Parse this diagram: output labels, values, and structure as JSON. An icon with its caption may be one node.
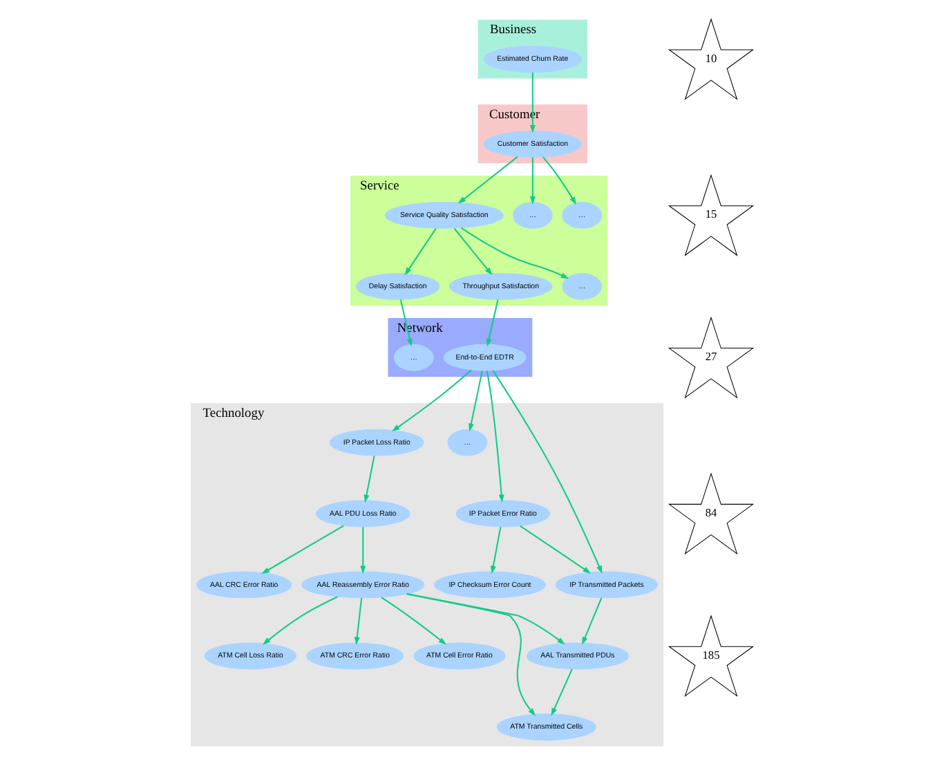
{
  "diagram": {
    "nodes": [
      {
        "text": [
          "Business"
        ]
      },
      {
        "text": [
          "Estimated Churn Rate"
        ],
        "in": 0
      },
      {
        "text": [
          "Customer"
        ]
      },
      {
        "text": [
          "Customer Satisfaction"
        ],
        "in": 2
      },
      {
        "text": [
          "Service"
        ]
      },
      {
        "text": [
          "…"
        ],
        "in": 4
      },
      {
        "text": [
          "…"
        ],
        "in": 4
      },
      {
        "text": [
          "Service Quality Satisfaction"
        ],
        "in": 4
      },
      {
        "text": [
          "Delay Satisfaction"
        ],
        "in": 4
      },
      {
        "text": [
          "Throughput Satisfaction"
        ],
        "in": 4
      },
      {
        "text": [
          "…"
        ],
        "in": 4
      },
      {
        "text": [
          "Network"
        ]
      },
      {
        "text": [
          "…"
        ],
        "in": 11
      },
      {
        "text": [
          "End-to-End EDTR"
        ],
        "in": 11
      },
      {
        "text": [
          "Technology"
        ]
      },
      {
        "text": [
          "…"
        ],
        "in": 14
      },
      {
        "text": [
          "IP Packet Loss Ratio"
        ],
        "in": 14
      },
      {
        "text": [
          "IP Checksum Error Count"
        ],
        "in": 14
      },
      {
        "text": [
          "IP Packet Error Ratio"
        ],
        "in": 14
      },
      {
        "text": [
          "IP Transmitted Packets"
        ],
        "in": 14
      },
      {
        "text": [
          "AAL CRC Error Ratio"
        ],
        "in": 14
      },
      {
        "text": [
          "AAL PDU Loss Ratio"
        ],
        "in": 14
      },
      {
        "text": [
          "AAL Reassembly Error Ratio"
        ],
        "in": 14
      },
      {
        "text": [
          "AAL Transmitted PDUs"
        ],
        "in": 14
      },
      {
        "text": [
          "ATM Cell Loss Ratio"
        ],
        "in": 14
      },
      {
        "text": [
          "ATM CRC Error Ratio"
        ],
        "in": 14
      },
      {
        "text": [
          "ATM Cell Error Ratio"
        ],
        "in": 14
      },
      {
        "text": [
          "ATM Transmitted Cells"
        ],
        "in": 14
      },
      {
        "text": [
          "10"
        ]
      },
      {
        "text": [
          "15"
        ]
      },
      {
        "text": [
          "27"
        ]
      },
      {
        "text": [
          "84"
        ]
      },
      {
        "text": [
          "185"
        ]
      }
    ],
    "edges": [
      {
        "from": 1,
        "to": 3,
        "arrow": "to"
      },
      {
        "from": 3,
        "to": 5,
        "arrow": "to"
      },
      {
        "from": 3,
        "to": 7,
        "arrow": "to"
      },
      {
        "from": 3,
        "to": 6,
        "arrow": "to"
      },
      {
        "from": 7,
        "to": 8,
        "arrow": "to"
      },
      {
        "from": 7,
        "to": 9,
        "arrow": "to"
      },
      {
        "from": 7,
        "to": 10,
        "arrow": "to"
      },
      {
        "from": 8,
        "to": 12,
        "arrow": "to"
      },
      {
        "from": 9,
        "to": 13,
        "arrow": "to"
      },
      {
        "from": 13,
        "to": 15,
        "arrow": "to"
      },
      {
        "from": 13,
        "to": 16,
        "arrow": "to"
      },
      {
        "from": 13,
        "to": 18,
        "arrow": "to"
      },
      {
        "from": 13,
        "to": 19,
        "arrow": "to"
      },
      {
        "from": 18,
        "to": 17,
        "arrow": "to"
      },
      {
        "from": 18,
        "to": 19,
        "arrow": "to"
      },
      {
        "from": 16,
        "to": 21,
        "arrow": "to"
      },
      {
        "from": 19,
        "to": 23,
        "arrow": "to"
      },
      {
        "from": 21,
        "to": 20,
        "arrow": "to"
      },
      {
        "from": 21,
        "to": 22,
        "arrow": "to"
      },
      {
        "from": 22,
        "to": 23,
        "arrow": "to"
      },
      {
        "from": 22,
        "to": 24,
        "arrow": "to"
      },
      {
        "from": 22,
        "to": 25,
        "arrow": "to"
      },
      {
        "from": 22,
        "to": 26,
        "arrow": "to"
      },
      {
        "from": 22,
        "to": 27,
        "arrow": "to"
      },
      {
        "from": 23,
        "to": 27,
        "arrow": "to"
      }
    ]
  }
}
